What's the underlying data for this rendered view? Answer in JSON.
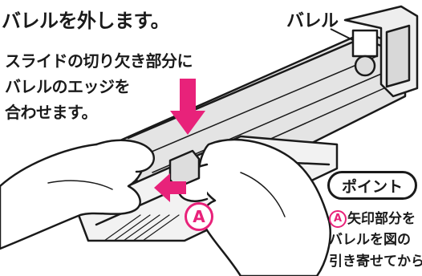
{
  "step_title": "バレルを外します。",
  "barrel_label": "バレル",
  "instruction_lines": [
    "スライドの切り欠き部分に",
    "バレルのエッジを",
    "合わせます。"
  ],
  "point": {
    "badge": "ポイント",
    "marker": "A",
    "note_line1": "矢印部分を",
    "note_line2": "バレルを図の",
    "note_line3": "引き寄せてから"
  },
  "colors": {
    "accent": "#e8227a",
    "line": "#1a1a1a",
    "barrel_fill": "#e4e4e4",
    "background": "#ffffff"
  },
  "icons": [
    "down-arrow-icon",
    "left-arrow-icon"
  ]
}
